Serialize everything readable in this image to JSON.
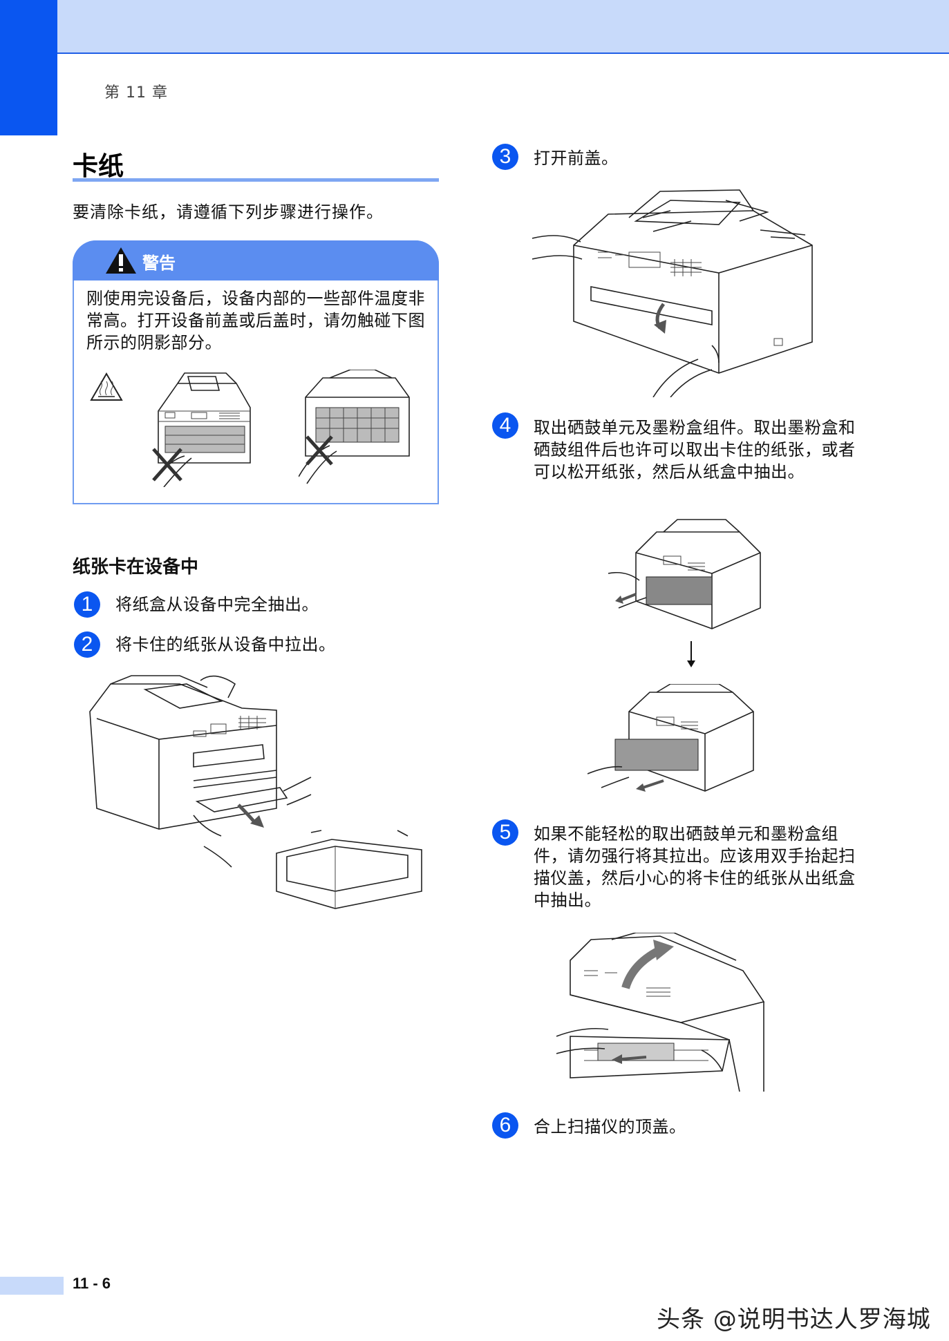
{
  "header": {
    "chapter": "第 11 章"
  },
  "section": {
    "title": "卡纸",
    "intro": "要清除卡纸，请遵循下列步骤进行操作。"
  },
  "warning": {
    "title": "警告",
    "text": "刚使用完设备后，设备内部的一些部件温度非常高。打开设备前盖或后盖时，请勿触碰下图所示的阴影部分。"
  },
  "subsection": {
    "title": "纸张卡在设备中"
  },
  "steps": [
    {
      "number": "1",
      "text": "将纸盒从设备中完全抽出。"
    },
    {
      "number": "2",
      "text": "将卡住的纸张从设备中拉出。"
    },
    {
      "number": "3",
      "text": "打开前盖。"
    },
    {
      "number": "4",
      "text": "取出硒鼓单元及墨粉盒组件。取出墨粉盒和硒鼓组件后也许可以取出卡住的纸张，或者可以松开纸张，然后从纸盒中抽出。"
    },
    {
      "number": "5",
      "text": "如果不能轻松的取出硒鼓单元和墨粉盒组件，请勿强行将其拉出。应该用双手抬起扫描仪盖，然后小心的将卡住的纸张从出纸盒中抽出。"
    },
    {
      "number": "6",
      "text": "合上扫描仪的顶盖。"
    }
  ],
  "footer": {
    "page_number": "11 - 6",
    "watermark": "头条 @说明书达人罗海城"
  },
  "colors": {
    "accent": "#0a56f0",
    "band": "#c8dafa",
    "rule": "#7ea6f2",
    "warning_head": "#5b8df0"
  }
}
